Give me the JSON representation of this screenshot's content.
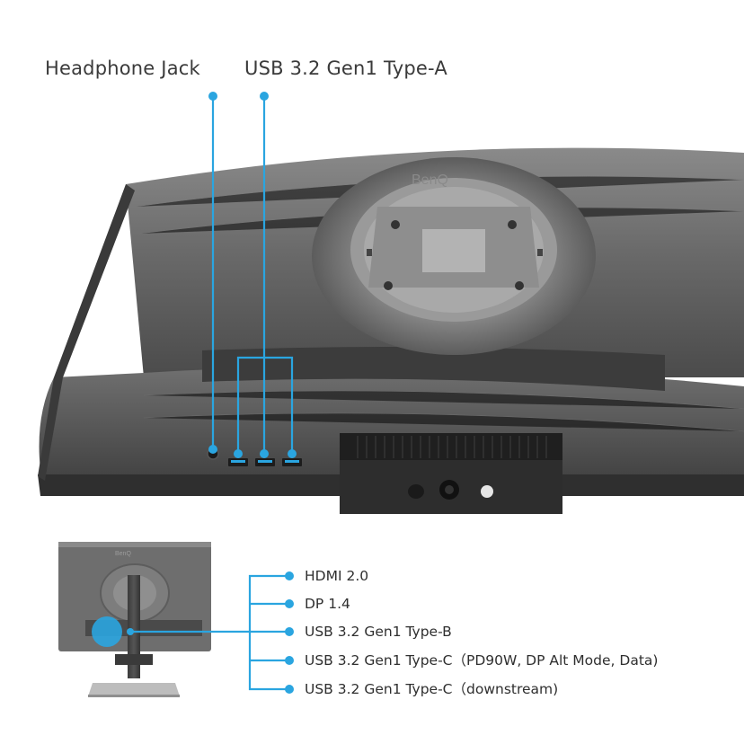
{
  "brand": "BenQ",
  "top_callouts": [
    {
      "label": "Headphone Jack"
    },
    {
      "label": "USB 3.2 Gen1 Type-A"
    }
  ],
  "bottom_ports": [
    {
      "label": "HDMI 2.0"
    },
    {
      "label": "DP 1.4"
    },
    {
      "label": "USB 3.2 Gen1 Type-B"
    },
    {
      "label": "USB 3.2 Gen1 Type-C（PD90W, DP Alt Mode, Data)"
    },
    {
      "label": "USB 3.2 Gen1 Type-C（downstream)"
    }
  ],
  "colors": {
    "accent": "#2aa5e0",
    "monitor_dark": "#4a4a4a",
    "monitor_mid": "#6b6b6b",
    "stand_silver": "#b9b9b9"
  }
}
